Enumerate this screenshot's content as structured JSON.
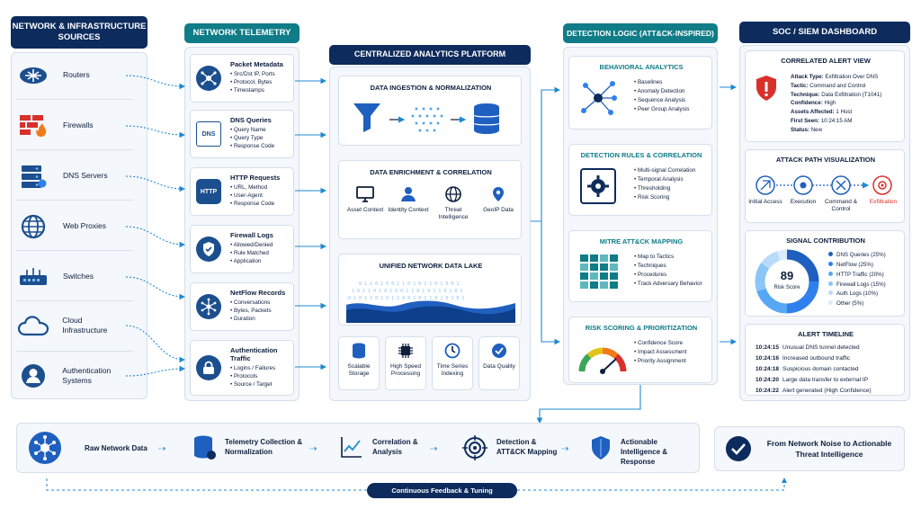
{
  "sources": {
    "title": "NETWORK & INFRASTRUCTURE SOURCES",
    "items": [
      {
        "label": "Routers",
        "icon": "router-icon"
      },
      {
        "label": "Firewalls",
        "icon": "firewall-icon"
      },
      {
        "label": "DNS Servers",
        "icon": "server-icon"
      },
      {
        "label": "Web Proxies",
        "icon": "globe-icon"
      },
      {
        "label": "Switches",
        "icon": "switch-icon"
      },
      {
        "label": "Cloud Infrastructure",
        "icon": "cloud-icon"
      },
      {
        "label": "Authentication Systems",
        "icon": "user-icon"
      }
    ]
  },
  "telemetry": {
    "title": "NETWORK TELEMETRY",
    "items": [
      {
        "title": "Packet Metadata",
        "bullets": [
          "Src/Dst IP, Ports",
          "Protocol, Bytes",
          "Timestamps"
        ]
      },
      {
        "title": "DNS Queries",
        "icon_text": "DNS",
        "bullets": [
          "Query Name",
          "Query Type",
          "Response Code"
        ]
      },
      {
        "title": "HTTP Requests",
        "icon_text": "HTTP",
        "bullets": [
          "URL, Method",
          "User-Agent",
          "Response Code"
        ]
      },
      {
        "title": "Firewall Logs",
        "bullets": [
          "Allowed/Denied",
          "Rule Matched",
          "Application"
        ]
      },
      {
        "title": "NetFlow Records",
        "bullets": [
          "Conversations",
          "Bytes, Packets",
          "Duration"
        ]
      },
      {
        "title": "Authentication Traffic",
        "bullets": [
          "Logins / Failures",
          "Protocols",
          "Source / Target"
        ]
      }
    ]
  },
  "platform": {
    "title": "CENTRALIZED ANALYTICS PLATFORM",
    "ingestion": "DATA INGESTION & NORMALIZATION",
    "enrichment": "DATA ENRICHMENT & CORRELATION",
    "enrich_items": [
      "Asset Context",
      "Identity Context",
      "Threat Intelligence",
      "GeoIP Data"
    ],
    "lake": "UNIFIED NETWORK DATA LAKE",
    "features": [
      "Scalable Storage",
      "High Speed Processing",
      "Time Series Indexing",
      "Data Quality"
    ]
  },
  "detection": {
    "title": "DETECTION LOGIC (ATT&CK-INSPIRED)",
    "sections": [
      {
        "title": "BEHAVIORAL ANALYTICS",
        "bullets": [
          "Baselines",
          "Anomaly Detection",
          "Sequence Analysis",
          "Peer Group Analysis"
        ]
      },
      {
        "title": "DETECTION RULES & CORRELATION",
        "bullets": [
          "Multi-signal Correlation",
          "Temporal Analysis",
          "Thresholding",
          "Risk Scoring"
        ]
      },
      {
        "title": "MITRE ATT&CK MAPPING",
        "bullets": [
          "Map to Tactics",
          "Techniques",
          "Procedures",
          "Track Adversary Behavior"
        ]
      },
      {
        "title": "RISK SCORING & PRIORITIZATION",
        "bullets": [
          "Confidence Score",
          "Impact Assessment",
          "Priority Assignment"
        ]
      }
    ]
  },
  "soc": {
    "title": "SOC / SIEM DASHBOARD",
    "alert_view": {
      "title": "CORRELATED ALERT VIEW",
      "fields": [
        {
          "k": "Attack Type:",
          "v": "Exfiltration Over DNS"
        },
        {
          "k": "Tactic:",
          "v": "Command and Control"
        },
        {
          "k": "Technique:",
          "v": "Data Exfiltration (T1041)"
        },
        {
          "k": "Confidence:",
          "v": "High"
        },
        {
          "k": "Assets Affected:",
          "v": "1 Host"
        },
        {
          "k": "First Seen:",
          "v": "10:24:15 AM"
        },
        {
          "k": "Status:",
          "v": "New"
        }
      ]
    },
    "attack_path": {
      "title": "ATTACK PATH VISUALIZATION",
      "steps": [
        "Initial Access",
        "Execution",
        "Command & Control",
        "Exfiltration"
      ]
    },
    "signal": {
      "title": "SIGNAL CONTRIBUTION",
      "score": "89",
      "score_label": "Risk Score",
      "slices": [
        {
          "label": "DNS Queries (25%)",
          "value": 25,
          "color": "#1f5fbf"
        },
        {
          "label": "NetFlow (25%)",
          "value": 25,
          "color": "#2f80ed"
        },
        {
          "label": "HTTP Traffic (20%)",
          "value": 20,
          "color": "#56a8f5"
        },
        {
          "label": "Firewall Logs (15%)",
          "value": 15,
          "color": "#8cc5f7"
        },
        {
          "label": "Auth Logs (10%)",
          "value": 10,
          "color": "#b8dbfa"
        },
        {
          "label": "Other (5%)",
          "value": 5,
          "color": "#dcebfb"
        }
      ]
    },
    "timeline": {
      "title": "ALERT TIMELINE",
      "events": [
        {
          "t": "10:24:15",
          "e": "Unusual DNS tunnel detected"
        },
        {
          "t": "10:24:16",
          "e": "Increased outbound traffic"
        },
        {
          "t": "10:24:18",
          "e": "Suspicious domain contacted"
        },
        {
          "t": "10:24:20",
          "e": "Large data transfer to external IP"
        },
        {
          "t": "10:24:22",
          "e": "Alert generated (High Confidence)"
        }
      ]
    }
  },
  "flow": {
    "steps": [
      "Raw Network Data",
      "Telemetry Collection & Normalization",
      "Correlation & Analysis",
      "Detection & ATT&CK Mapping",
      "Actionable Intelligence & Response"
    ],
    "summary": "From Network Noise to Actionable Threat Intelligence",
    "feedback": "Continuous Feedback & Tuning"
  },
  "colors": {
    "navy": "#0d2b5c",
    "teal": "#0f7c87",
    "accent": "#1f8ad1",
    "red": "#d9302c"
  }
}
